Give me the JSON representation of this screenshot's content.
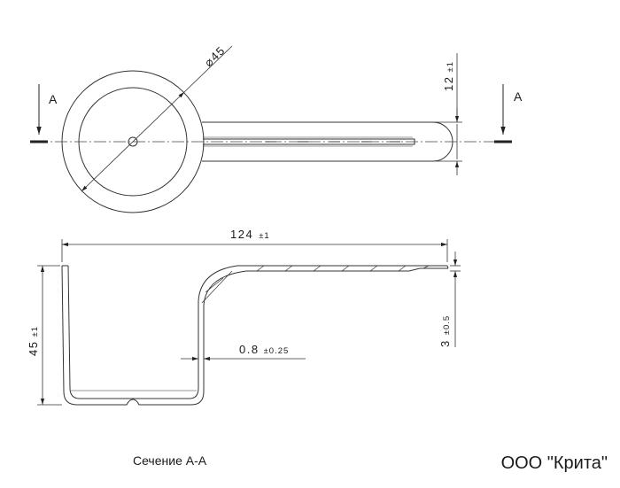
{
  "drawing": {
    "section_marker_left": "A",
    "section_marker_right": "A",
    "diameter_symbol": "⌀",
    "diameter_value": "45",
    "thickness_value": "12",
    "thickness_tol": "±1",
    "length_value": "124",
    "length_tol": "±1",
    "height_value": "45",
    "height_tol": "±1",
    "wall_value": "0.8",
    "wall_tol": "±0.25",
    "handle_value": "3",
    "handle_tol": "±0.5"
  },
  "caption": "Сечение А-А",
  "company": "ООО \"Крита\""
}
